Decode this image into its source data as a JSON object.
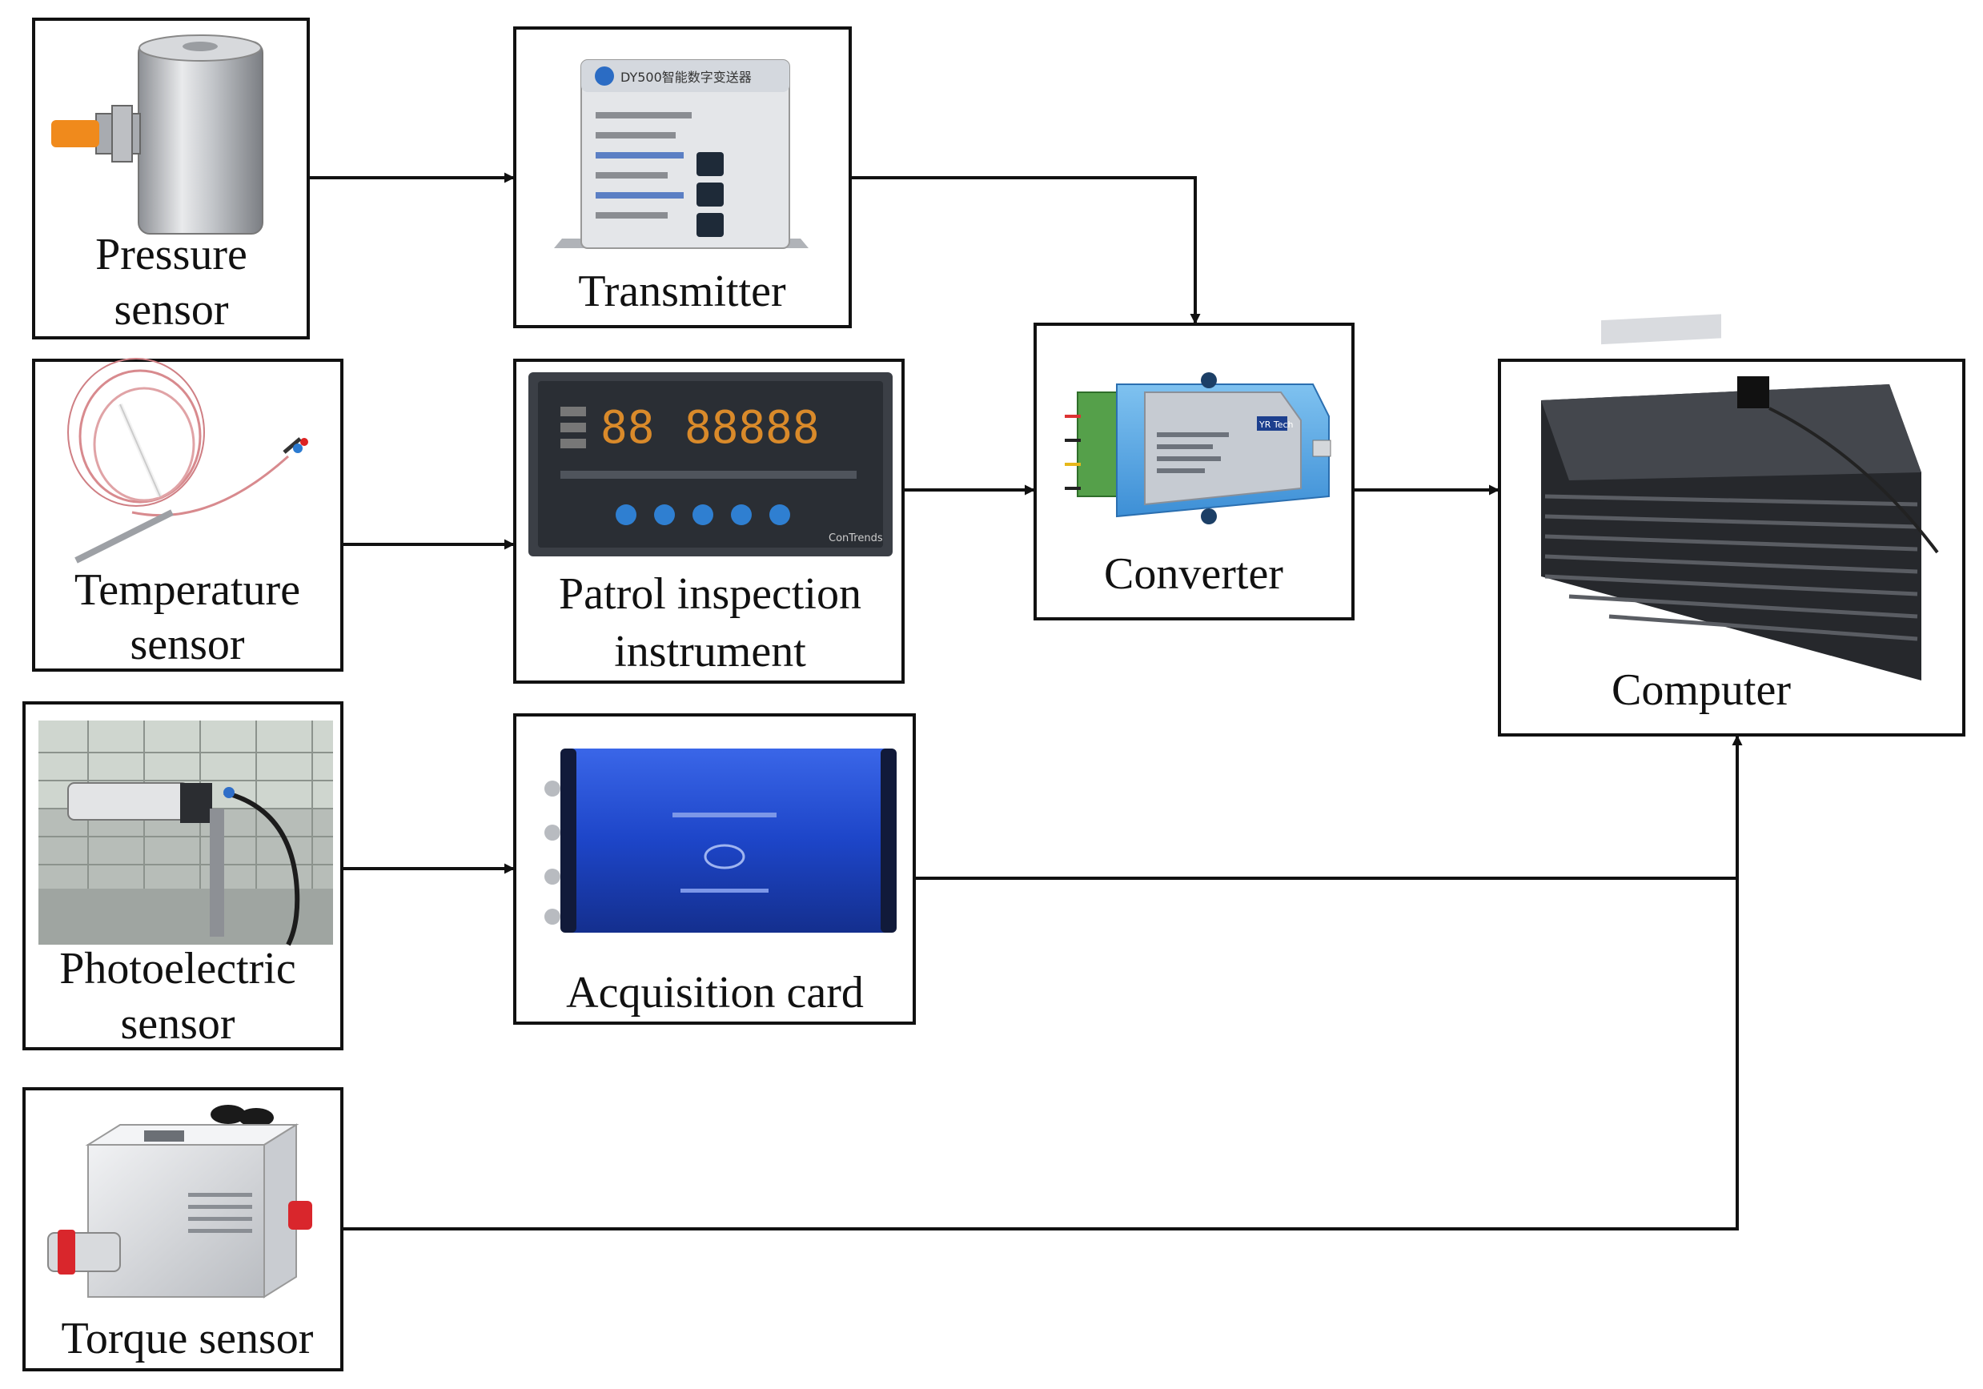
{
  "diagram": {
    "nodes": {
      "pressure_sensor": {
        "label_line1": "Pressure",
        "label_line2": "sensor"
      },
      "transmitter": {
        "label": "Transmitter",
        "panel_brand": "DY500智能数字变送器"
      },
      "temperature_sensor": {
        "label_line1": "Temperature",
        "label_line2": "sensor"
      },
      "patrol_instrument": {
        "label_line1": "Patrol inspection",
        "label_line2": "instrument",
        "display_left": "88",
        "display_right": "88888",
        "brand": "ConTrends"
      },
      "converter": {
        "label": "Converter",
        "device_brand": "YR Tech"
      },
      "computer": {
        "label": "Computer"
      },
      "photoelectric_sensor": {
        "label_line1": "Photoelectric",
        "label_line2": "sensor"
      },
      "acquisition_card": {
        "label": "Acquisition card"
      },
      "torque_sensor": {
        "label": "Torque sensor"
      }
    },
    "edges": [
      {
        "from": "pressure_sensor",
        "to": "transmitter"
      },
      {
        "from": "transmitter",
        "to": "converter"
      },
      {
        "from": "temperature_sensor",
        "to": "patrol_instrument"
      },
      {
        "from": "patrol_instrument",
        "to": "converter"
      },
      {
        "from": "converter",
        "to": "computer"
      },
      {
        "from": "photoelectric_sensor",
        "to": "acquisition_card"
      },
      {
        "from": "acquisition_card",
        "to": "computer"
      },
      {
        "from": "torque_sensor",
        "to": "computer"
      }
    ]
  }
}
